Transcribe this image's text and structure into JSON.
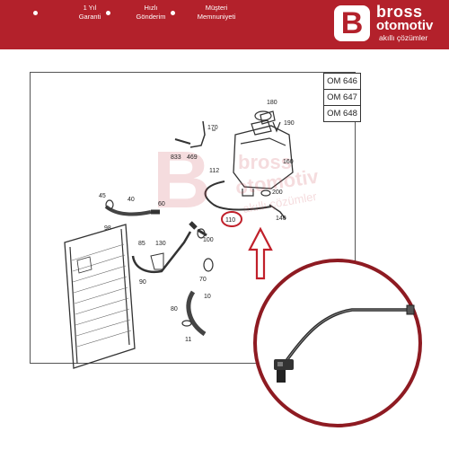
{
  "header": {
    "badges": [
      {
        "line1": "1 Yıl",
        "line2": "Garanti"
      },
      {
        "line1": "Hızlı",
        "line2": "Gönderim"
      },
      {
        "line1": "Müşteri",
        "line2": "Memnuniyeti"
      }
    ],
    "logo": {
      "letter": "B",
      "name1": "bross",
      "name2": "otomotiv",
      "tagline": "akıllı çözümler"
    }
  },
  "diagram": {
    "engine_codes": [
      "OM 646",
      "OM 647",
      "OM 648"
    ],
    "part_numbers": [
      "180",
      "190",
      "170",
      "833",
      "469",
      "160",
      "112",
      "200",
      "140",
      "45",
      "40",
      "60",
      "98",
      "110",
      "100",
      "85",
      "130",
      "90",
      "80",
      "70",
      "10",
      "11"
    ]
  },
  "colors": {
    "brand": "#b3212b",
    "highlight": "#c0202a",
    "zoom_ring": "#8e1b22"
  }
}
